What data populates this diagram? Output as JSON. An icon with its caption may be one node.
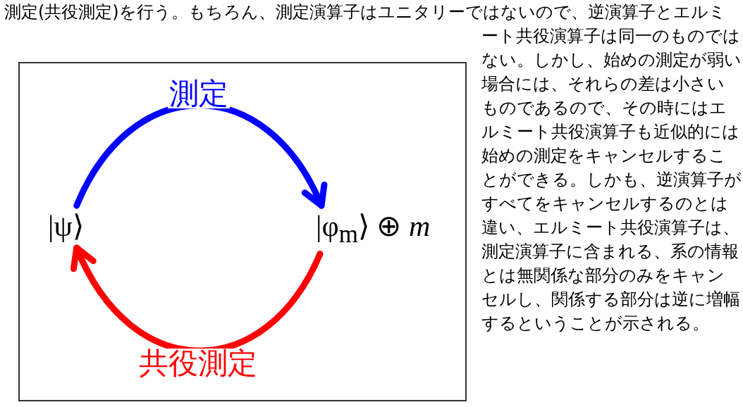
{
  "diagram": {
    "nodes": [
      {
        "text": [
          "|ψ⟩"
        ]
      },
      {
        "text": [
          "|φ$_{m}$⟩ ⊕ *m*"
        ]
      }
    ],
    "edges": [
      {
        "from": 0,
        "to": 1,
        "arrow": "to",
        "label": "測定",
        "color": "#0000ff"
      },
      {
        "from": 1,
        "to": 0,
        "arrow": "to",
        "label": "共役測定",
        "color": "#ff0000"
      }
    ],
    "labels": [
      "測定(共役測定)を行う。もちろん、測定演算子はユニタリーではないので、逆演算子とエルミート共役演算子は同一のものではない。しかし、始めの測定が弱い場合には、それらの差は小さいものであるので、その時にはエルミート共役演算子も近似的には始めの測定をキャンセルすることができる。しかも、逆演算子がすべてをキャンセルするのとは違い、エルミート共役演算子は、測定演算子に含まれる、系の情報とは無関係な部分のみをキャンセルし、関係する部分は逆に増幅するということが示される。"
    ]
  }
}
